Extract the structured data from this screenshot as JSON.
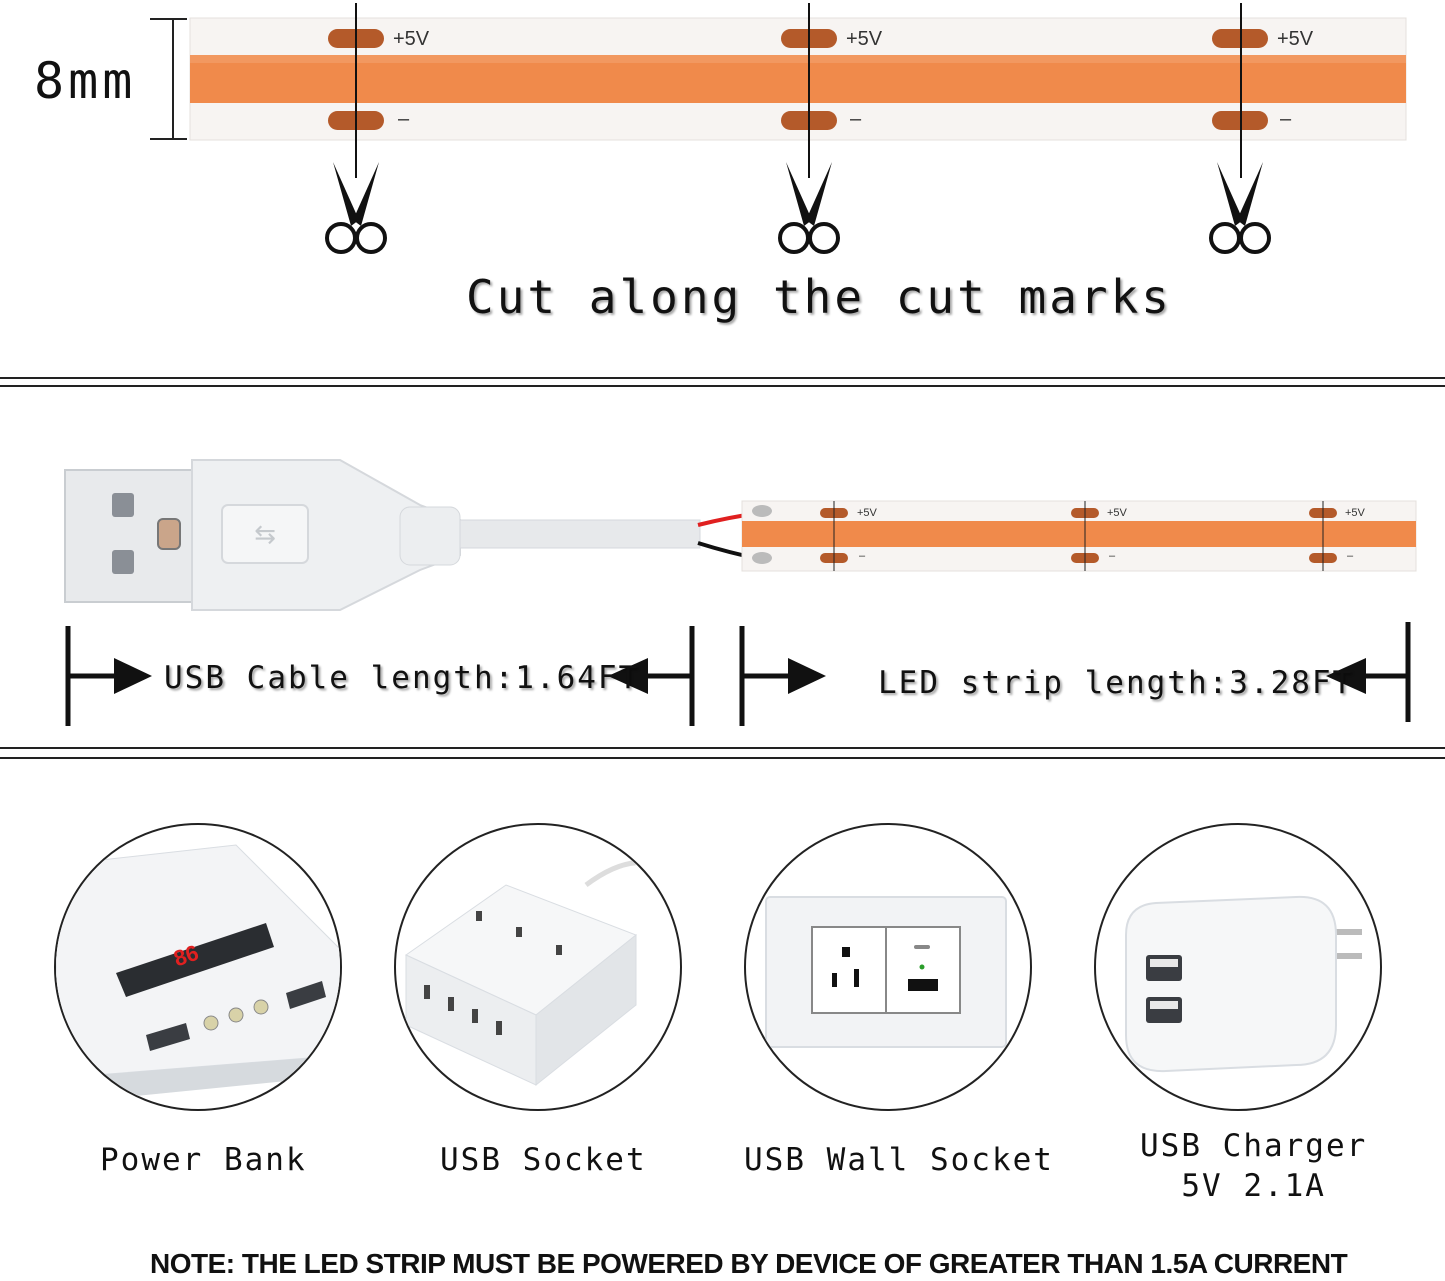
{
  "top": {
    "width_label": "8mm",
    "plus_label": "+5V",
    "minus_label": "–",
    "cut_text": "Cut along the cut marks"
  },
  "middle": {
    "usb_length_text": "USB Cable length:1.64FT",
    "led_length_text": "LED strip length:3.28FT",
    "small_plus": "+5V",
    "small_minus": "–"
  },
  "devices": [
    {
      "label": "Power Bank"
    },
    {
      "label": "USB Socket"
    },
    {
      "label": "USB Wall Socket"
    },
    {
      "label": "USB Charger\n5V 2.1A"
    }
  ],
  "power_bank_display": "86",
  "note": "NOTE: THE LED STRIP MUST BE POWERED BY DEVICE OF GREATER THAN 1.5A CURRENT",
  "colors": {
    "strip_orange": "#f08a4b",
    "copper_pad": "#b45a2a",
    "usb_body": "#eef0f2",
    "red_wire": "#e02020",
    "black_wire": "#111111"
  }
}
